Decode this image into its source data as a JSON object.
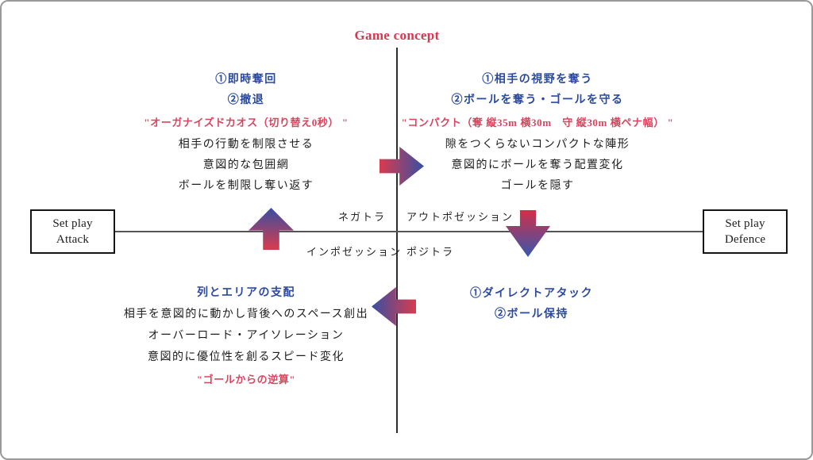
{
  "title": "Game concept",
  "colors": {
    "title_red": "#dd3550",
    "quote_red": "#d9455e",
    "heading_blue": "#2b4a9e",
    "body_black": "#1c1c1c",
    "arrow_gradient_red": "#d23c52",
    "arrow_gradient_blue": "#3f4e9e",
    "axis": "#2e2e2e"
  },
  "boxes": {
    "left": {
      "line1": "Set play",
      "line2": "Attack"
    },
    "right": {
      "line1": "Set play",
      "line2": "Defence"
    }
  },
  "quadrants": {
    "top_left": {
      "headings": [
        "①即時奪回",
        "②撤退"
      ],
      "quote": "\"オーガナイズドカオス（切り替え0秒） \"",
      "body": [
        "相手の行動を制限させる",
        "意図的な包囲網",
        "ボールを制限し奪い返す"
      ]
    },
    "top_right": {
      "headings": [
        "①相手の視野を奪う",
        "②ボールを奪う・ゴールを守る"
      ],
      "quote": "\"コンパクト（奪 縦35m 横30m　守 縦30m 横ペナ幅） \"",
      "body": [
        "隙をつくらないコンパクトな陣形",
        "意図的にボールを奪う配置変化",
        "ゴールを隠す"
      ]
    },
    "bottom_left": {
      "headings": [
        "列とエリアの支配"
      ],
      "body": [
        "相手を意図的に動かし背後へのスペース創出",
        "オーバーロード・アイソレーション",
        "意図的に優位性を創るスピード変化"
      ],
      "quote": "\"ゴールからの逆算\""
    },
    "bottom_right": {
      "headings": [
        "①ダイレクトアタック",
        "②ボール保持"
      ]
    }
  },
  "axis_labels": {
    "top_left": "ネガトラ",
    "top_right": "アウトポゼッション",
    "bottom_left": "インポゼッション",
    "bottom_right": "ポジトラ"
  },
  "arrows": [
    {
      "name": "right-arrow",
      "direction": "right",
      "from": "ネガトラ",
      "to": "アウトポゼッション"
    },
    {
      "name": "up-arrow",
      "direction": "up",
      "from": "インポゼッション",
      "to": "ネガトラ"
    },
    {
      "name": "down-arrow",
      "direction": "down",
      "from": "アウトポゼッション",
      "to": "ポジトラ"
    },
    {
      "name": "left-arrow",
      "direction": "left",
      "from": "ポジトラ",
      "to": "インポゼッション"
    }
  ]
}
